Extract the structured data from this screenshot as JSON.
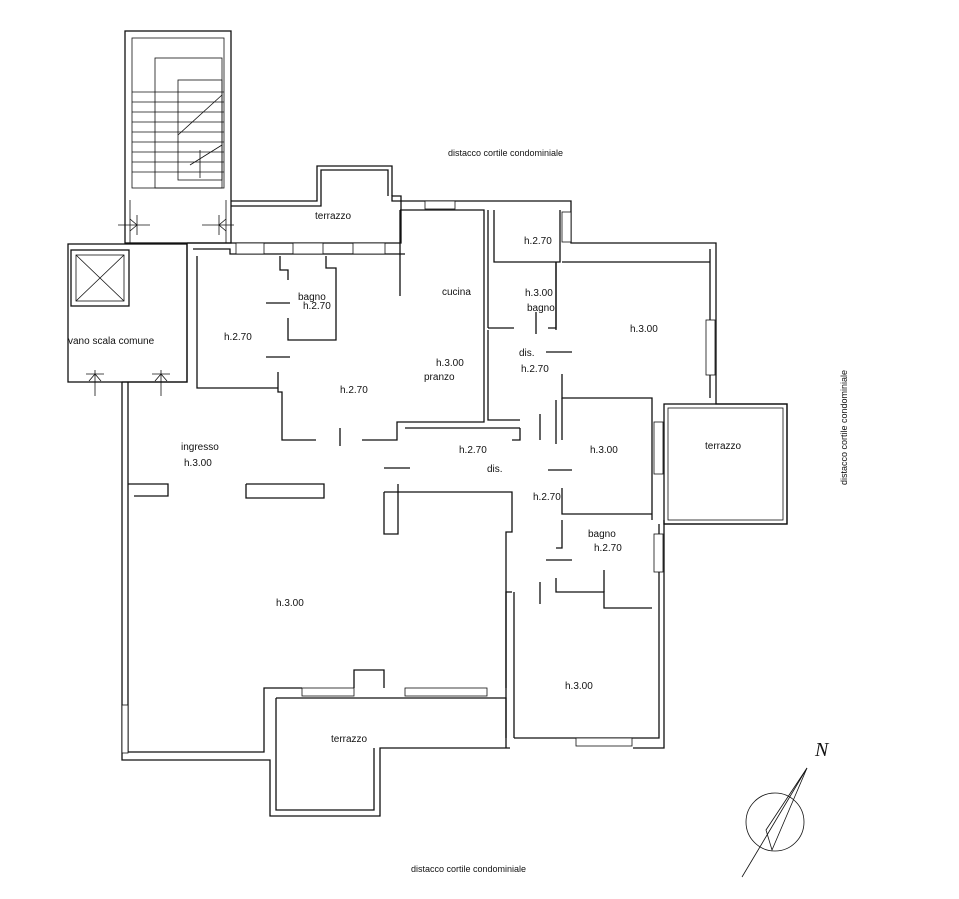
{
  "notes": {
    "top": "distacco cortile condominiale",
    "bottom": "distacco cortile condominiale",
    "right": "distacco cortile condominiale"
  },
  "compass": {
    "north": "N"
  },
  "rooms": {
    "stair": "vano scala comune",
    "terrace_top": "terrazzo",
    "bath_left": "bagno",
    "bath_left_h": "h.2.70",
    "room_left_h": "h.2.70",
    "kitchen": "cucina",
    "pranzo_h": "h.3.00",
    "pranzo": "pranzo",
    "pranzo_area_h": "h.2.70",
    "entry": "ingresso",
    "entry_h": "h.3.00",
    "hall_h": "h.2.70",
    "hall": "dis.",
    "small_top_h": "h.2.70",
    "bath_mid_h": "h.3.00",
    "bath_mid": "bagno",
    "dis_mid": "dis.",
    "dis_mid_h": "h.2.70",
    "bed_ne_h": "h.3.00",
    "room_e_h": "h.3.00",
    "terrace_e": "terrazzo",
    "corr_h": "h.2.70",
    "bath_se": "bagno",
    "bath_se_h": "h.2.70",
    "living_h": "h.3.00",
    "room_se_h": "h.3.00",
    "terrace_s": "terrazzo"
  }
}
